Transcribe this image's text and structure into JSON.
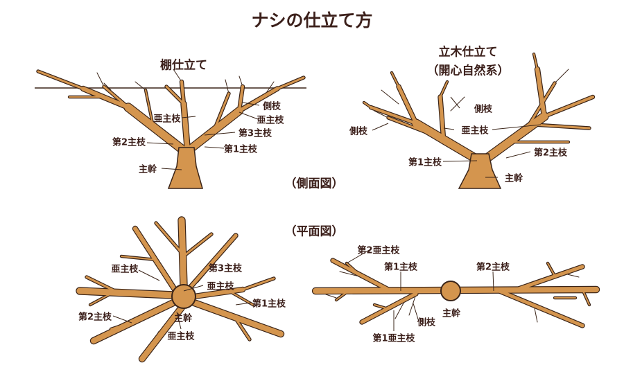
{
  "title": "ナシの仕立て方",
  "colors": {
    "branch_fill": "#d4954e",
    "outline": "#3a2418",
    "text": "#3b1f1a"
  },
  "side_view_label": "（側面図）",
  "plan_view_label": "（平面図）",
  "trellis_side": {
    "heading": "棚仕立て",
    "labels": [
      "亜主枝",
      "側枝",
      "亜主枝",
      "第3主枝",
      "第2主枝",
      "第1主枝",
      "主幹"
    ]
  },
  "standing_side": {
    "heading": "立木仕立て",
    "subheading": "（開心自然系）",
    "labels": [
      "側枝",
      "側枝",
      "亜主枝",
      "第1主枝",
      "第2主枝",
      "主幹"
    ]
  },
  "trellis_plan": {
    "labels": [
      "亜主枝",
      "第3主枝",
      "亜主枝",
      "第1主枝",
      "第2主枝",
      "主幹",
      "亜主枝"
    ]
  },
  "standing_plan": {
    "labels": [
      "第2亜主枝",
      "第1主枝",
      "第2主枝",
      "主幹",
      "側枝",
      "第1亜主枝"
    ]
  }
}
